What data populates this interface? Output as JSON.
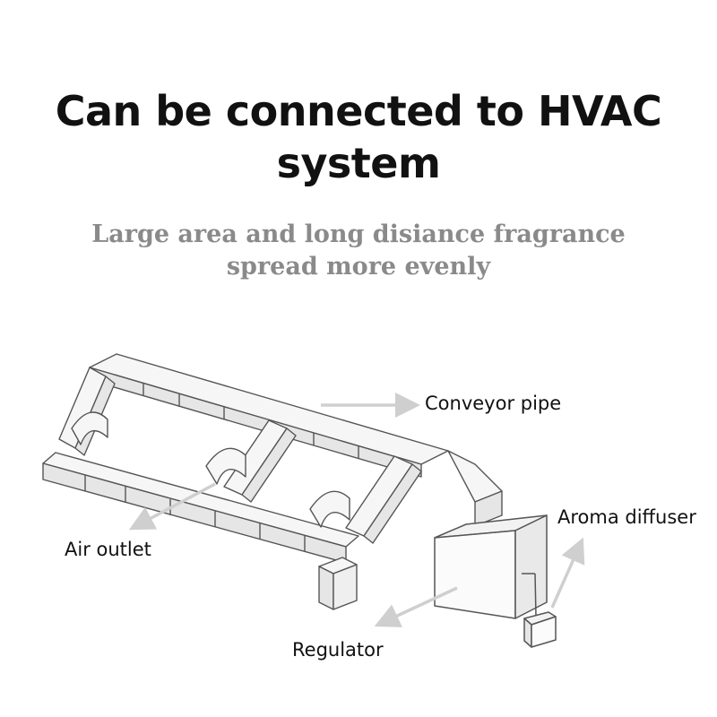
{
  "title": {
    "line1": "Can be connected to HVAC",
    "line2": "system"
  },
  "subtitle": {
    "line1": "Large area and long disiance fragrance",
    "line2": "spread more evenly"
  },
  "labels": {
    "conveyor_pipe": "Conveyor pipe",
    "aroma_diffuser": "Aroma diffuser",
    "air_outlet": "Air outlet",
    "regulator": "Regulator"
  },
  "colors": {
    "title": "#111111",
    "subtitle": "#8a8a8a",
    "pipe_stroke": "#555555",
    "pipe_fill": "#f6f6f6",
    "arrow": "#cfcfcf"
  }
}
